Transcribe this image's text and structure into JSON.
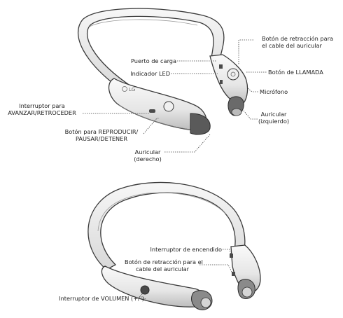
{
  "top": {
    "brand": "LG",
    "labels": {
      "retract_l1": "Botón de retracción para",
      "retract_l2": "el cable del auricular",
      "charge": "Puerto de carga",
      "call": "Botón de LLAMADA",
      "led": "Indicador LED",
      "mic": "Micrófono",
      "earbud_left_l1": "Auricular",
      "earbud_left_l2": "(izquierdo)",
      "fwd_l1": "Interruptor para",
      "fwd_l2": "AVANZAR/RETROCEDER",
      "play_l1": "Botón para REPRODUCIR/",
      "play_l2": "PAUSAR/DETENER",
      "earbud_right_l1": "Auricular",
      "earbud_right_l2": "(derecho)"
    }
  },
  "bottom": {
    "labels": {
      "power": "Interruptor de encendido",
      "retract_l1": "Botón de retracción para el",
      "retract_l2": "cable del auricular",
      "volume": "Interruptor de VOLUMEN (+/-)"
    }
  },
  "colors": {
    "outline": "#3a3a3a",
    "fill_light": "#f4f4f4",
    "fill_mid": "#dcdcdc",
    "fill_dark": "#5a5a5a",
    "leader": "#444444"
  }
}
